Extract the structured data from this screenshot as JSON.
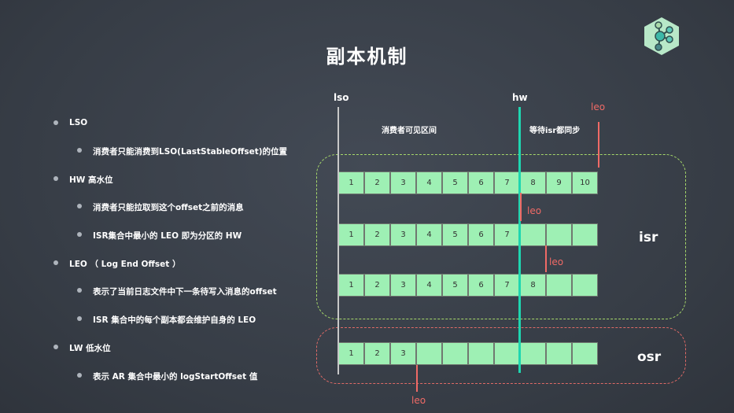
{
  "title": "副本机制",
  "bullets": [
    {
      "level": 1,
      "text": "LSO"
    },
    {
      "level": 2,
      "text": "消费者只能消费到LSO(LastStableOffset)的位置"
    },
    {
      "level": 1,
      "text": "HW 高水位"
    },
    {
      "level": 2,
      "text": "消费者只能拉取到这个offset之前的消息"
    },
    {
      "level": 2,
      "text": "ISR集合中最小的 LEO 即为分区的 HW"
    },
    {
      "level": 1,
      "text": "LEO （ Log End Offset ）"
    },
    {
      "level": 2,
      "text": "表示了当前日志文件中下一条待写入消息的offset"
    },
    {
      "level": 2,
      "text": "ISR 集合中的每个副本都会维护自身的 LEO"
    },
    {
      "level": 1,
      "text": "LW 低水位"
    },
    {
      "level": 2,
      "text": "表示 AR 集合中最小的 logStartOffset 值"
    }
  ],
  "diagram": {
    "lso": "lso",
    "hw": "hw",
    "leo": "leo",
    "visible_range": "消费者可见区间",
    "waiting_sync": "等待isr都同步",
    "isr": "isr",
    "osr": "osr",
    "rows": [
      [
        "1",
        "2",
        "3",
        "4",
        "5",
        "6",
        "7",
        "8",
        "9",
        "10"
      ],
      [
        "1",
        "2",
        "3",
        "4",
        "5",
        "6",
        "7",
        "",
        "",
        ""
      ],
      [
        "1",
        "2",
        "3",
        "4",
        "5",
        "6",
        "7",
        "8",
        "",
        ""
      ],
      [
        "1",
        "2",
        "3",
        "",
        "",
        "",
        "",
        "",
        "",
        ""
      ]
    ],
    "colors": {
      "cell": "#9ef0b4",
      "hw": "#1ed6b0",
      "leo": "#f06a66",
      "isr_border": "#a6d86a",
      "osr_border": "#e06a66"
    }
  }
}
